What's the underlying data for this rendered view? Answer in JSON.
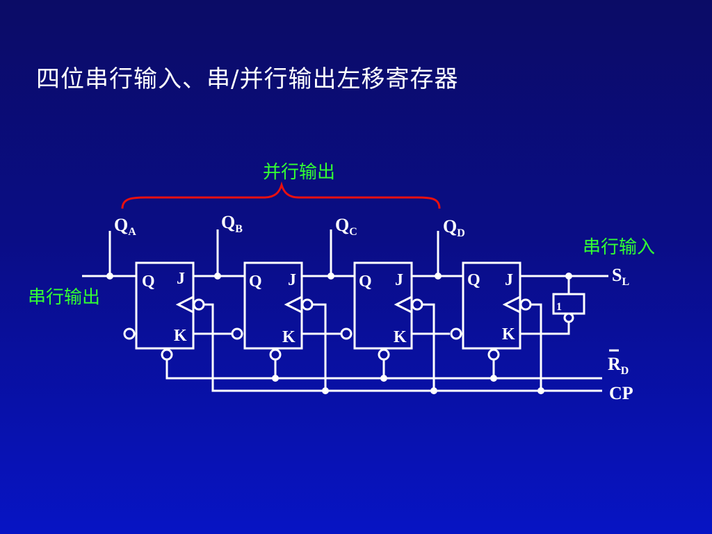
{
  "title": "四位串行输入、串/并行输出左移寄存器",
  "colors": {
    "background": "#0a0f9c",
    "wire": "#ffffff",
    "label_green": "#33ff33",
    "brace": "#e81010",
    "text": "#ffffff"
  },
  "labels": {
    "parallel_output": "并行输出",
    "serial_input": "串行输入",
    "serial_output": "串行输出",
    "sl_main": "S",
    "sl_sub": "L",
    "rd_main": "R",
    "rd_sub": "D",
    "cp": "CP",
    "inverter_text": "1"
  },
  "outputs": [
    {
      "main": "Q",
      "sub": "A"
    },
    {
      "main": "Q",
      "sub": "B"
    },
    {
      "main": "Q",
      "sub": "C"
    },
    {
      "main": "Q",
      "sub": "D"
    }
  ],
  "flipflops": [
    {
      "q": "Q",
      "j": "J",
      "k": "K"
    },
    {
      "q": "Q",
      "j": "J",
      "k": "K"
    },
    {
      "q": "Q",
      "j": "J",
      "k": "K"
    },
    {
      "q": "Q",
      "j": "J",
      "k": "K"
    }
  ]
}
